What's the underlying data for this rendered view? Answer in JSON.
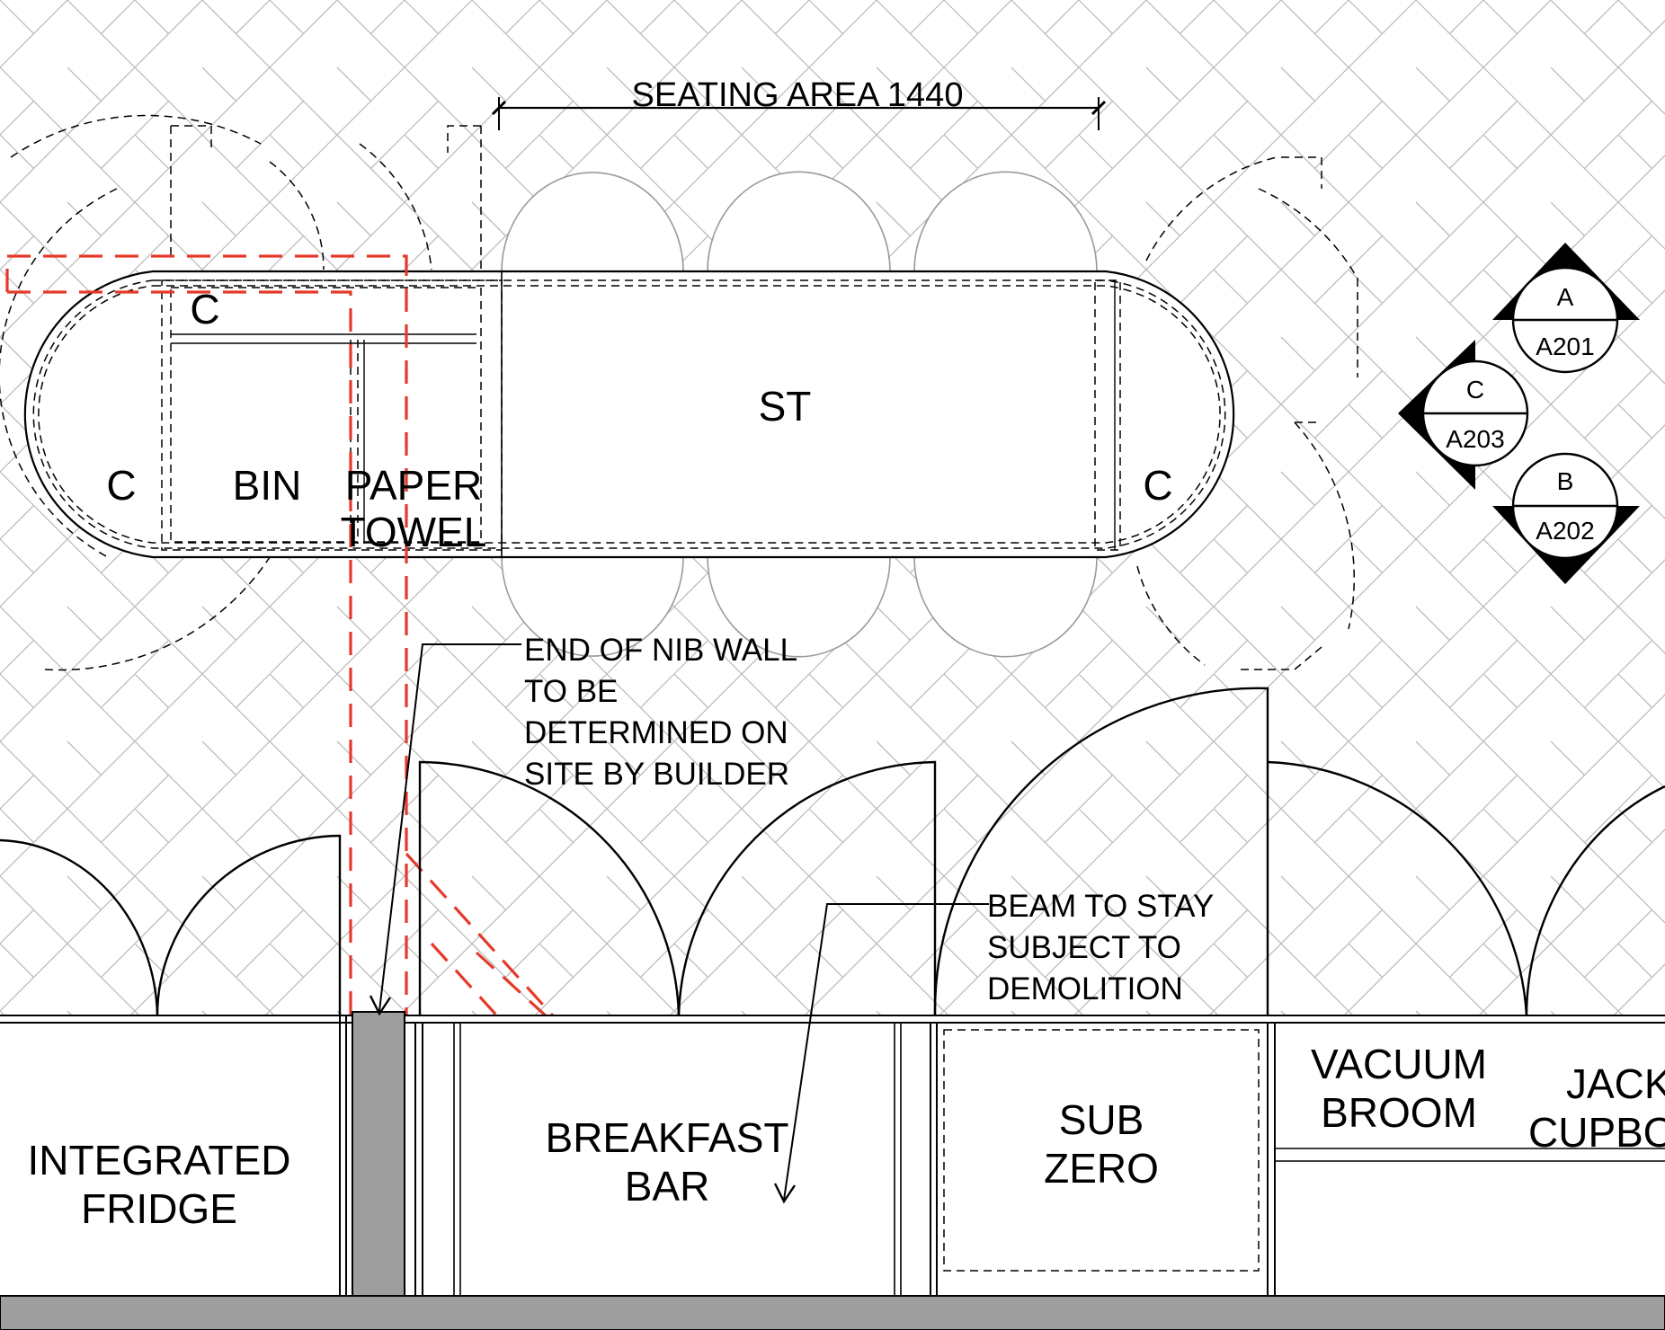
{
  "title": "",
  "dimension": {
    "label": "SEATING AREA 1440"
  },
  "island": {
    "center_label": "ST",
    "left_end_label": "C",
    "right_end_label": "C",
    "top_corner_label": "C",
    "bin_label": "BIN",
    "paper_towel_label_line1": "PAPER",
    "paper_towel_label_line2": "TOWEL"
  },
  "annotations": {
    "nib_wall": [
      "END OF NIB WALL",
      "TO BE",
      "DETERMINED ON",
      "SITE BY BUILDER"
    ],
    "beam": [
      "BEAM TO STAY",
      "SUBJECT TO",
      "DEMOLITION"
    ]
  },
  "section_markers": [
    {
      "letter": "A",
      "sheet": "A201"
    },
    {
      "letter": "C",
      "sheet": "A203"
    },
    {
      "letter": "B",
      "sheet": "A202"
    }
  ],
  "cabinets": {
    "fridge": [
      "INTEGRATED",
      "FRIDGE"
    ],
    "breakfast_bar": [
      "BREAKFAST",
      "BAR"
    ],
    "sub_zero": [
      "SUB",
      "ZERO"
    ],
    "vacuum_broom": [
      "VACUUM",
      "BROOM"
    ],
    "jack_cupboard": [
      "JACK",
      "CUPBO"
    ]
  },
  "colors": {
    "line": "#000000",
    "hatch": "#bdbdbd",
    "demolition_red": "#e53a2a",
    "wall_fill": "#9e9e9e"
  }
}
